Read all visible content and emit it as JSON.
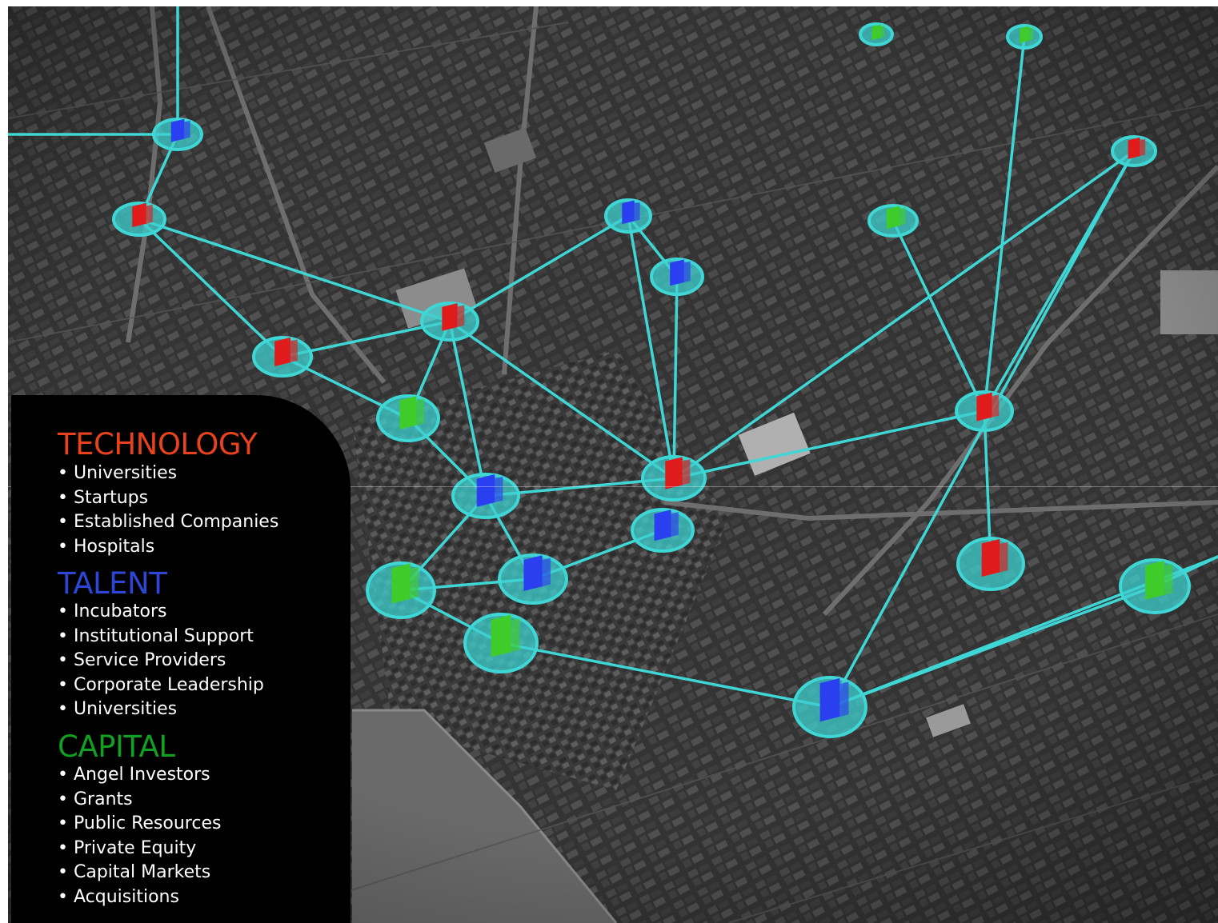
{
  "legend": {
    "sections": [
      {
        "heading": "TECHNOLOGY",
        "color": "#e8421c",
        "items": [
          "Universities",
          "Startups",
          "Established Companies",
          "Hospitals"
        ]
      },
      {
        "heading": "TALENT",
        "color": "#2e46d8",
        "items": [
          "Incubators",
          "Institutional Support",
          "Service Providers",
          "Corporate Leadership",
          "Universities"
        ]
      },
      {
        "heading": "CAPITAL",
        "color": "#12a022",
        "items": [
          "Angel Investors",
          "Grants",
          "Public Resources",
          "Private Equity",
          "Capital Markets",
          "Acquisitions"
        ]
      }
    ]
  },
  "network": {
    "link_color": "#3fd6d6",
    "node_fill": "#3ecfcf",
    "node_colors": {
      "technology": "#e01b1b",
      "talent": "#2a3ff0",
      "capital": "#3fcc2a"
    },
    "nodes": [
      {
        "id": "n1",
        "category": "talent"
      },
      {
        "id": "n2",
        "category": "technology"
      },
      {
        "id": "n3",
        "category": "technology"
      },
      {
        "id": "n4",
        "category": "technology"
      },
      {
        "id": "n5",
        "category": "capital"
      },
      {
        "id": "n6",
        "category": "talent"
      },
      {
        "id": "n7",
        "category": "talent"
      },
      {
        "id": "n8",
        "category": "capital"
      },
      {
        "id": "n9",
        "category": "talent"
      },
      {
        "id": "n10",
        "category": "capital"
      },
      {
        "id": "n11",
        "category": "talent"
      },
      {
        "id": "n12",
        "category": "capital"
      },
      {
        "id": "n13",
        "category": "technology"
      },
      {
        "id": "n14",
        "category": "capital"
      },
      {
        "id": "n15",
        "category": "capital"
      },
      {
        "id": "n16",
        "category": "talent"
      },
      {
        "id": "n17",
        "category": "technology"
      },
      {
        "id": "n18",
        "category": "technology"
      },
      {
        "id": "n19",
        "category": "technology"
      },
      {
        "id": "n20",
        "category": "talent"
      },
      {
        "id": "n21",
        "category": "capital"
      },
      {
        "id": "n22",
        "category": "capital"
      }
    ],
    "links": [
      [
        "n1",
        "n2"
      ],
      [
        "n2",
        "n4"
      ],
      [
        "n2",
        "n3"
      ],
      [
        "n4",
        "n3"
      ],
      [
        "n3",
        "n5"
      ],
      [
        "n4",
        "n5"
      ],
      [
        "n4",
        "n6"
      ],
      [
        "n4",
        "n9"
      ],
      [
        "n4",
        "n13"
      ],
      [
        "n5",
        "n6"
      ],
      [
        "n6",
        "n13"
      ],
      [
        "n6",
        "n7"
      ],
      [
        "n6",
        "n8"
      ],
      [
        "n7",
        "n8"
      ],
      [
        "n7",
        "n16"
      ],
      [
        "n8",
        "n14"
      ],
      [
        "n11",
        "n9"
      ],
      [
        "n11",
        "n13"
      ],
      [
        "n9",
        "n13"
      ],
      [
        "n13",
        "n17"
      ],
      [
        "n13",
        "n18"
      ],
      [
        "n14",
        "n20"
      ],
      [
        "n17",
        "n12"
      ],
      [
        "n17",
        "n15"
      ],
      [
        "n17",
        "n19"
      ],
      [
        "n17",
        "n18"
      ],
      [
        "n18",
        "n20"
      ],
      [
        "n20",
        "n22"
      ],
      [
        "n20",
        "n21"
      ]
    ]
  }
}
